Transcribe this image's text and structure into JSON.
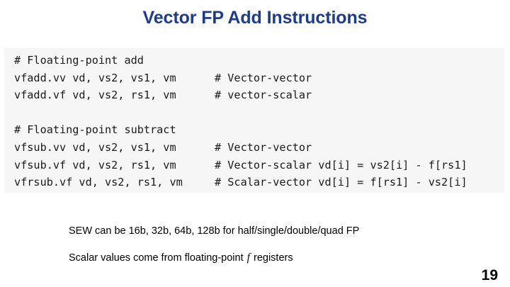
{
  "slide": {
    "title": "Vector FP Add Instructions",
    "title_color": "#1F3B8C",
    "page_number": "19",
    "background": "#FFFFFF"
  },
  "code_block": {
    "background": "#F6F6F6",
    "text_color": "#1A1A1A",
    "lines": [
      {
        "instruction": "# Floating-point add",
        "comment": ""
      },
      {
        "instruction": "vfadd.vv vd, vs2, vs1, vm",
        "comment": "# Vector-vector"
      },
      {
        "instruction": "vfadd.vf vd, vs2, rs1, vm",
        "comment": "# vector-scalar"
      },
      {
        "instruction": "",
        "comment": ""
      },
      {
        "instruction": "# Floating-point subtract",
        "comment": ""
      },
      {
        "instruction": "vfsub.vv vd, vs2, vs1, vm",
        "comment": "# Vector-vector"
      },
      {
        "instruction": "vfsub.vf vd, vs2, rs1, vm",
        "comment": "# Vector-scalar vd[i] = vs2[i] - f[rs1]"
      },
      {
        "instruction": "vfrsub.vf vd, vs2, rs1, vm",
        "comment": "# Scalar-vector vd[i] = f[rs1] - vs2[i]"
      }
    ]
  },
  "notes": {
    "line1": "SEW can be 16b, 32b, 64b, 128b for half/single/double/quad FP",
    "line2_prefix": "Scalar values come from floating-point",
    "line2_italic": "f",
    "line2_suffix": "registers"
  }
}
